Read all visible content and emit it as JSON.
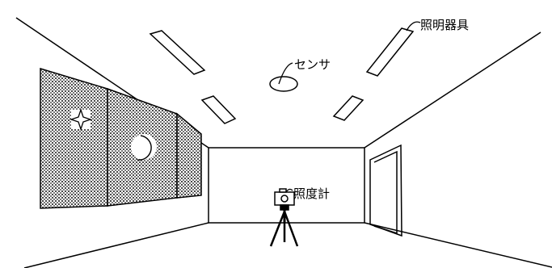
{
  "labels": {
    "lighting_fixture": "照明器具",
    "sensor": "センサ",
    "illuminance_meter": "照度計"
  },
  "colors": {
    "line": "#000000",
    "background": "#ffffff",
    "window_pattern": "#6a6a6a"
  },
  "icons": [
    "star-icon",
    "crescent-moon-icon"
  ]
}
